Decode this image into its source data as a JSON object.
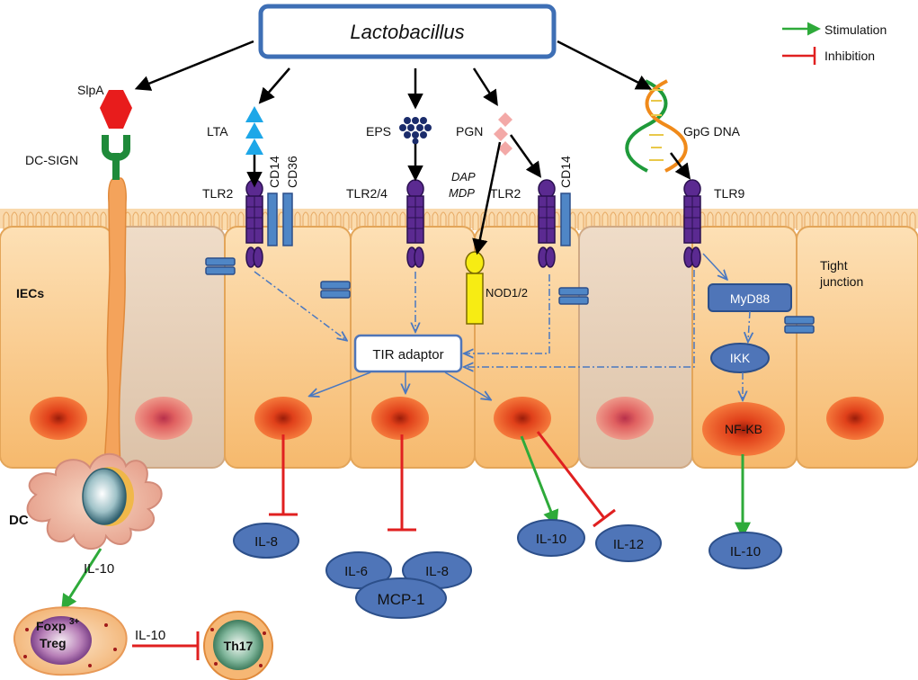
{
  "source": {
    "title": "Lactobacillus"
  },
  "legend": {
    "stimulation": "Stimulation",
    "inhibition": "Inhibition"
  },
  "ligands": {
    "slpa": "SlpA",
    "lta": "LTA",
    "eps": "EPS",
    "pgn": "PGN",
    "cpg_dna": "GpG DNA",
    "dap": "DAP",
    "mdp": "MDP"
  },
  "receptors": {
    "dc_sign": "DC-SIGN",
    "tlr2_a": "TLR2",
    "cd14_a": "CD14",
    "cd36": "CD36",
    "tlr24": "TLR2/4",
    "tlr2_b": "TLR2",
    "cd14_b": "CD14",
    "tlr9": "TLR9",
    "nod12": "NOD1/2"
  },
  "cells": {
    "iecs": "IECs",
    "tight_junction_line1": "Tight",
    "tight_junction_line2": "junction",
    "dc": "DC",
    "foxp3_line1": "Foxp",
    "foxp3_sup": "3+",
    "treg": "Treg",
    "th17": "Th17"
  },
  "signaling": {
    "tir_adaptor": "TIR adaptor",
    "myd88": "MyD88",
    "ikk": "IKK",
    "nfkb": "NF-KB"
  },
  "cytokines": {
    "il10_dc": "IL-10",
    "il10_treg": "IL-10",
    "il8_a": "IL-8",
    "il6": "IL-6",
    "il8_b": "IL-8",
    "mcp1": "MCP-1",
    "il10_a": "IL-10",
    "il12": "IL-12",
    "il10_b": "IL-10"
  },
  "colors": {
    "stimulation": "#2eaa3a",
    "inhibition": "#e02020",
    "receptor": "#5b2a91",
    "node_fill": "#4f75b8",
    "node_border": "#2c4f8a",
    "cell_fill": "#f8c78a",
    "nucleus": "#e04418",
    "dashed": "#4a78c0"
  }
}
